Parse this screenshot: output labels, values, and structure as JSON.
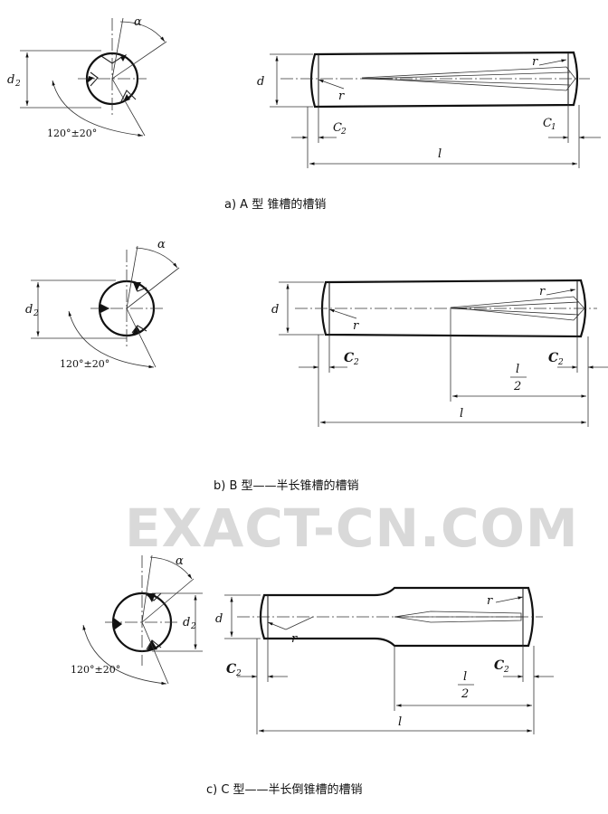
{
  "watermark": "EXACT-CN.COM",
  "figures": [
    {
      "caption": "a)  A 型    锥槽的槽销",
      "labels": {
        "d2": "d",
        "d2_sub": "2",
        "alpha": "α",
        "angle": "120°±20°",
        "d": "d",
        "r1": "r",
        "r2": "r",
        "c2": "C",
        "c2_sub": "2",
        "c1": "C",
        "c1_sub": "1",
        "l": "l"
      }
    },
    {
      "caption": "b)  B 型——半长锥槽的槽销",
      "labels": {
        "d2": "d",
        "d2_sub": "2",
        "alpha": "α",
        "angle": "120°±20°",
        "d": "d",
        "r1": "r",
        "r2": "r",
        "c2_left": "C",
        "c2_left_sub": "2",
        "c2_right": "C",
        "c2_right_sub": "2",
        "half_num": "l",
        "half_den": "2",
        "l": "l"
      }
    },
    {
      "caption": "c)  C 型——半长倒锥槽的槽销",
      "labels": {
        "d2": "d",
        "d2_sub": "2",
        "alpha": "α",
        "angle": "120°±20°",
        "d": "d",
        "r1": "r",
        "r2": "r",
        "c2_left": "C",
        "c2_left_sub": "2",
        "c2_right": "C",
        "c2_right_sub": "2",
        "half_num": "l",
        "half_den": "2",
        "l": "l"
      }
    }
  ]
}
